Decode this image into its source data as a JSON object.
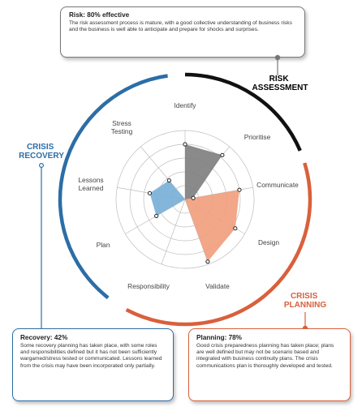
{
  "cards": {
    "risk": {
      "title": "Risk: 80% effective",
      "body": "The risk assessment process is mature, with a good collective understanding of business risks and the business is well able to anticipate and prepare for shocks and surprises."
    },
    "recovery": {
      "title": "Recovery: 42%",
      "body": "Some recovery planning has taken place, with some roles and responsibilities defined but it has not been sufficiently wargamed/stress tested or communicated. Lessons learned from the crisis may have been incorporated only partially."
    },
    "planning": {
      "title": "Planning: 78%",
      "body": "Good crisis preparedness planning has taken place; plans are well defined but may not be scenario based and integrated with business continuity plans. The crisis communications plan is thoroughly developed and tested."
    }
  },
  "sections": {
    "risk": {
      "line1": "RISK",
      "line2": "ASSESSMENT",
      "color": "#111111"
    },
    "recovery": {
      "line1": "CRISIS",
      "line2": "RECOVERY",
      "color": "#2c6ea6"
    },
    "planning": {
      "line1": "CRISIS",
      "line2": "PLANNING",
      "color": "#d9603c"
    }
  },
  "chart_data": {
    "type": "radar",
    "axes": [
      "Identify",
      "Prioritise",
      "Communicate",
      "Design",
      "Validate",
      "Responsibility",
      "Plan",
      "Lessons Learned",
      "Stress Testing"
    ],
    "rlim": [
      0,
      5
    ],
    "series": [
      {
        "color": "#808080",
        "points": [
          [
            0,
            0.0
          ],
          [
            0,
            4.0
          ],
          [
            1,
            4.2
          ],
          [
            2,
            0.6
          ]
        ]
      },
      {
        "color": "#f0a07e",
        "points": [
          [
            2,
            4.0
          ],
          [
            3,
            4.2
          ],
          [
            4,
            4.8
          ],
          [
            5,
            0.0
          ]
        ]
      },
      {
        "color": "#7ab0d8",
        "points": [
          [
            5,
            0.0
          ],
          [
            6,
            2.4
          ],
          [
            7,
            2.6
          ],
          [
            8,
            1.8
          ]
        ]
      }
    ],
    "grid": true
  }
}
